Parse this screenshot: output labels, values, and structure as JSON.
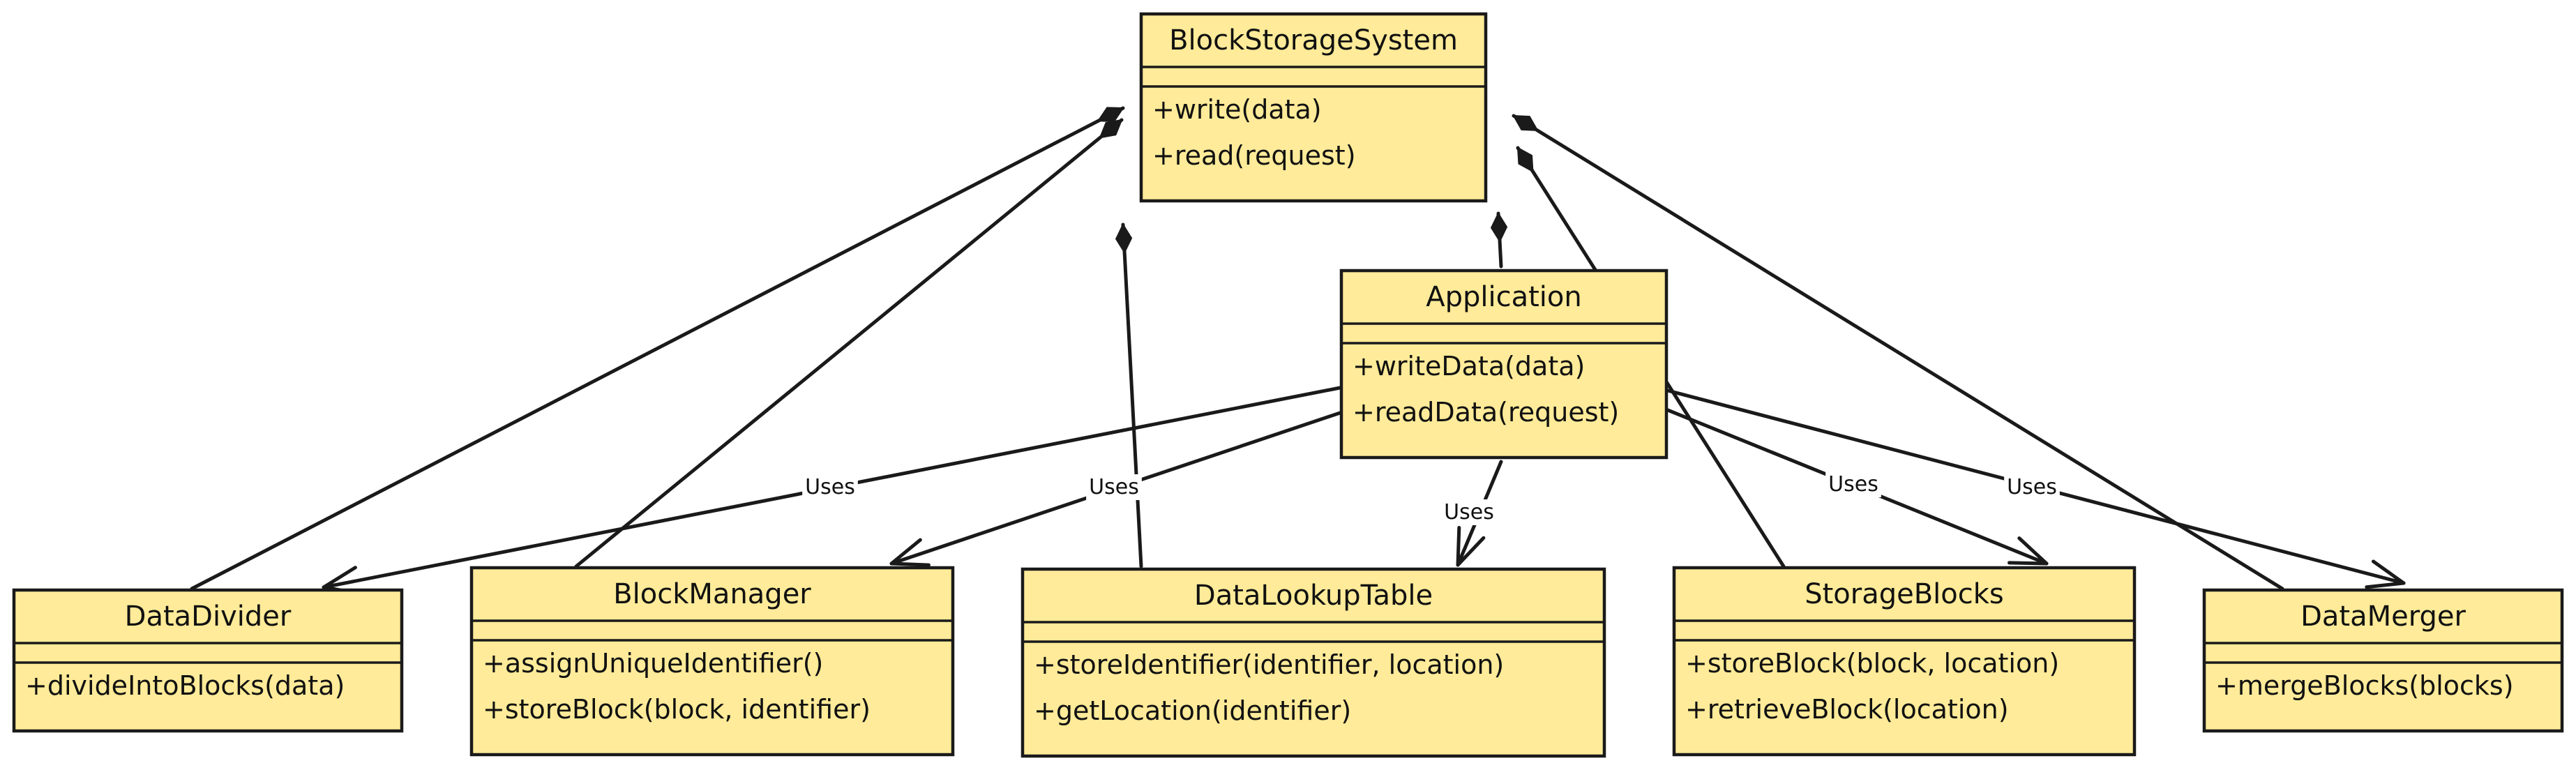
{
  "classes": [
    {
      "id": "blockstoragesystem",
      "name": "BlockStorageSystem",
      "attributes": [],
      "methods": [
        "+write(data)",
        "+read(request)"
      ]
    },
    {
      "id": "application",
      "name": "Application",
      "attributes": [],
      "methods": [
        "+writeData(data)",
        "+readData(request)"
      ]
    },
    {
      "id": "datadivider",
      "name": "DataDivider",
      "attributes": [],
      "methods": [
        "+divideIntoBlocks(data)"
      ]
    },
    {
      "id": "blockmanager",
      "name": "BlockManager",
      "attributes": [],
      "methods": [
        "+assignUniqueIdentifier()",
        "+storeBlock(block, identifier)"
      ]
    },
    {
      "id": "datalookuptable",
      "name": "DataLookupTable",
      "attributes": [],
      "methods": [
        "+storeIdentifier(identifier, location)",
        "+getLocation(identifier)"
      ]
    },
    {
      "id": "storageblocks",
      "name": "StorageBlocks",
      "attributes": [],
      "methods": [
        "+storeBlock(block, location)",
        "+retrieveBlock(location)"
      ]
    },
    {
      "id": "datamerger",
      "name": "DataMerger",
      "attributes": [],
      "methods": [
        "+mergeBlocks(blocks)"
      ]
    }
  ],
  "relations": [
    {
      "type": "composition",
      "from": "blockstoragesystem",
      "to": "application",
      "label": ""
    },
    {
      "type": "composition",
      "from": "blockstoragesystem",
      "to": "datadivider",
      "label": ""
    },
    {
      "type": "composition",
      "from": "blockstoragesystem",
      "to": "blockmanager",
      "label": ""
    },
    {
      "type": "composition",
      "from": "blockstoragesystem",
      "to": "datalookuptable",
      "label": ""
    },
    {
      "type": "composition",
      "from": "blockstoragesystem",
      "to": "storageblocks",
      "label": ""
    },
    {
      "type": "composition",
      "from": "blockstoragesystem",
      "to": "datamerger",
      "label": ""
    },
    {
      "type": "dependency",
      "from": "application",
      "to": "datadivider",
      "label": "Uses"
    },
    {
      "type": "dependency",
      "from": "application",
      "to": "blockmanager",
      "label": "Uses"
    },
    {
      "type": "dependency",
      "from": "application",
      "to": "datalookuptable",
      "label": "Uses"
    },
    {
      "type": "dependency",
      "from": "application",
      "to": "storageblocks",
      "label": "Uses"
    },
    {
      "type": "dependency",
      "from": "application",
      "to": "datamerger",
      "label": "Uses"
    }
  ]
}
